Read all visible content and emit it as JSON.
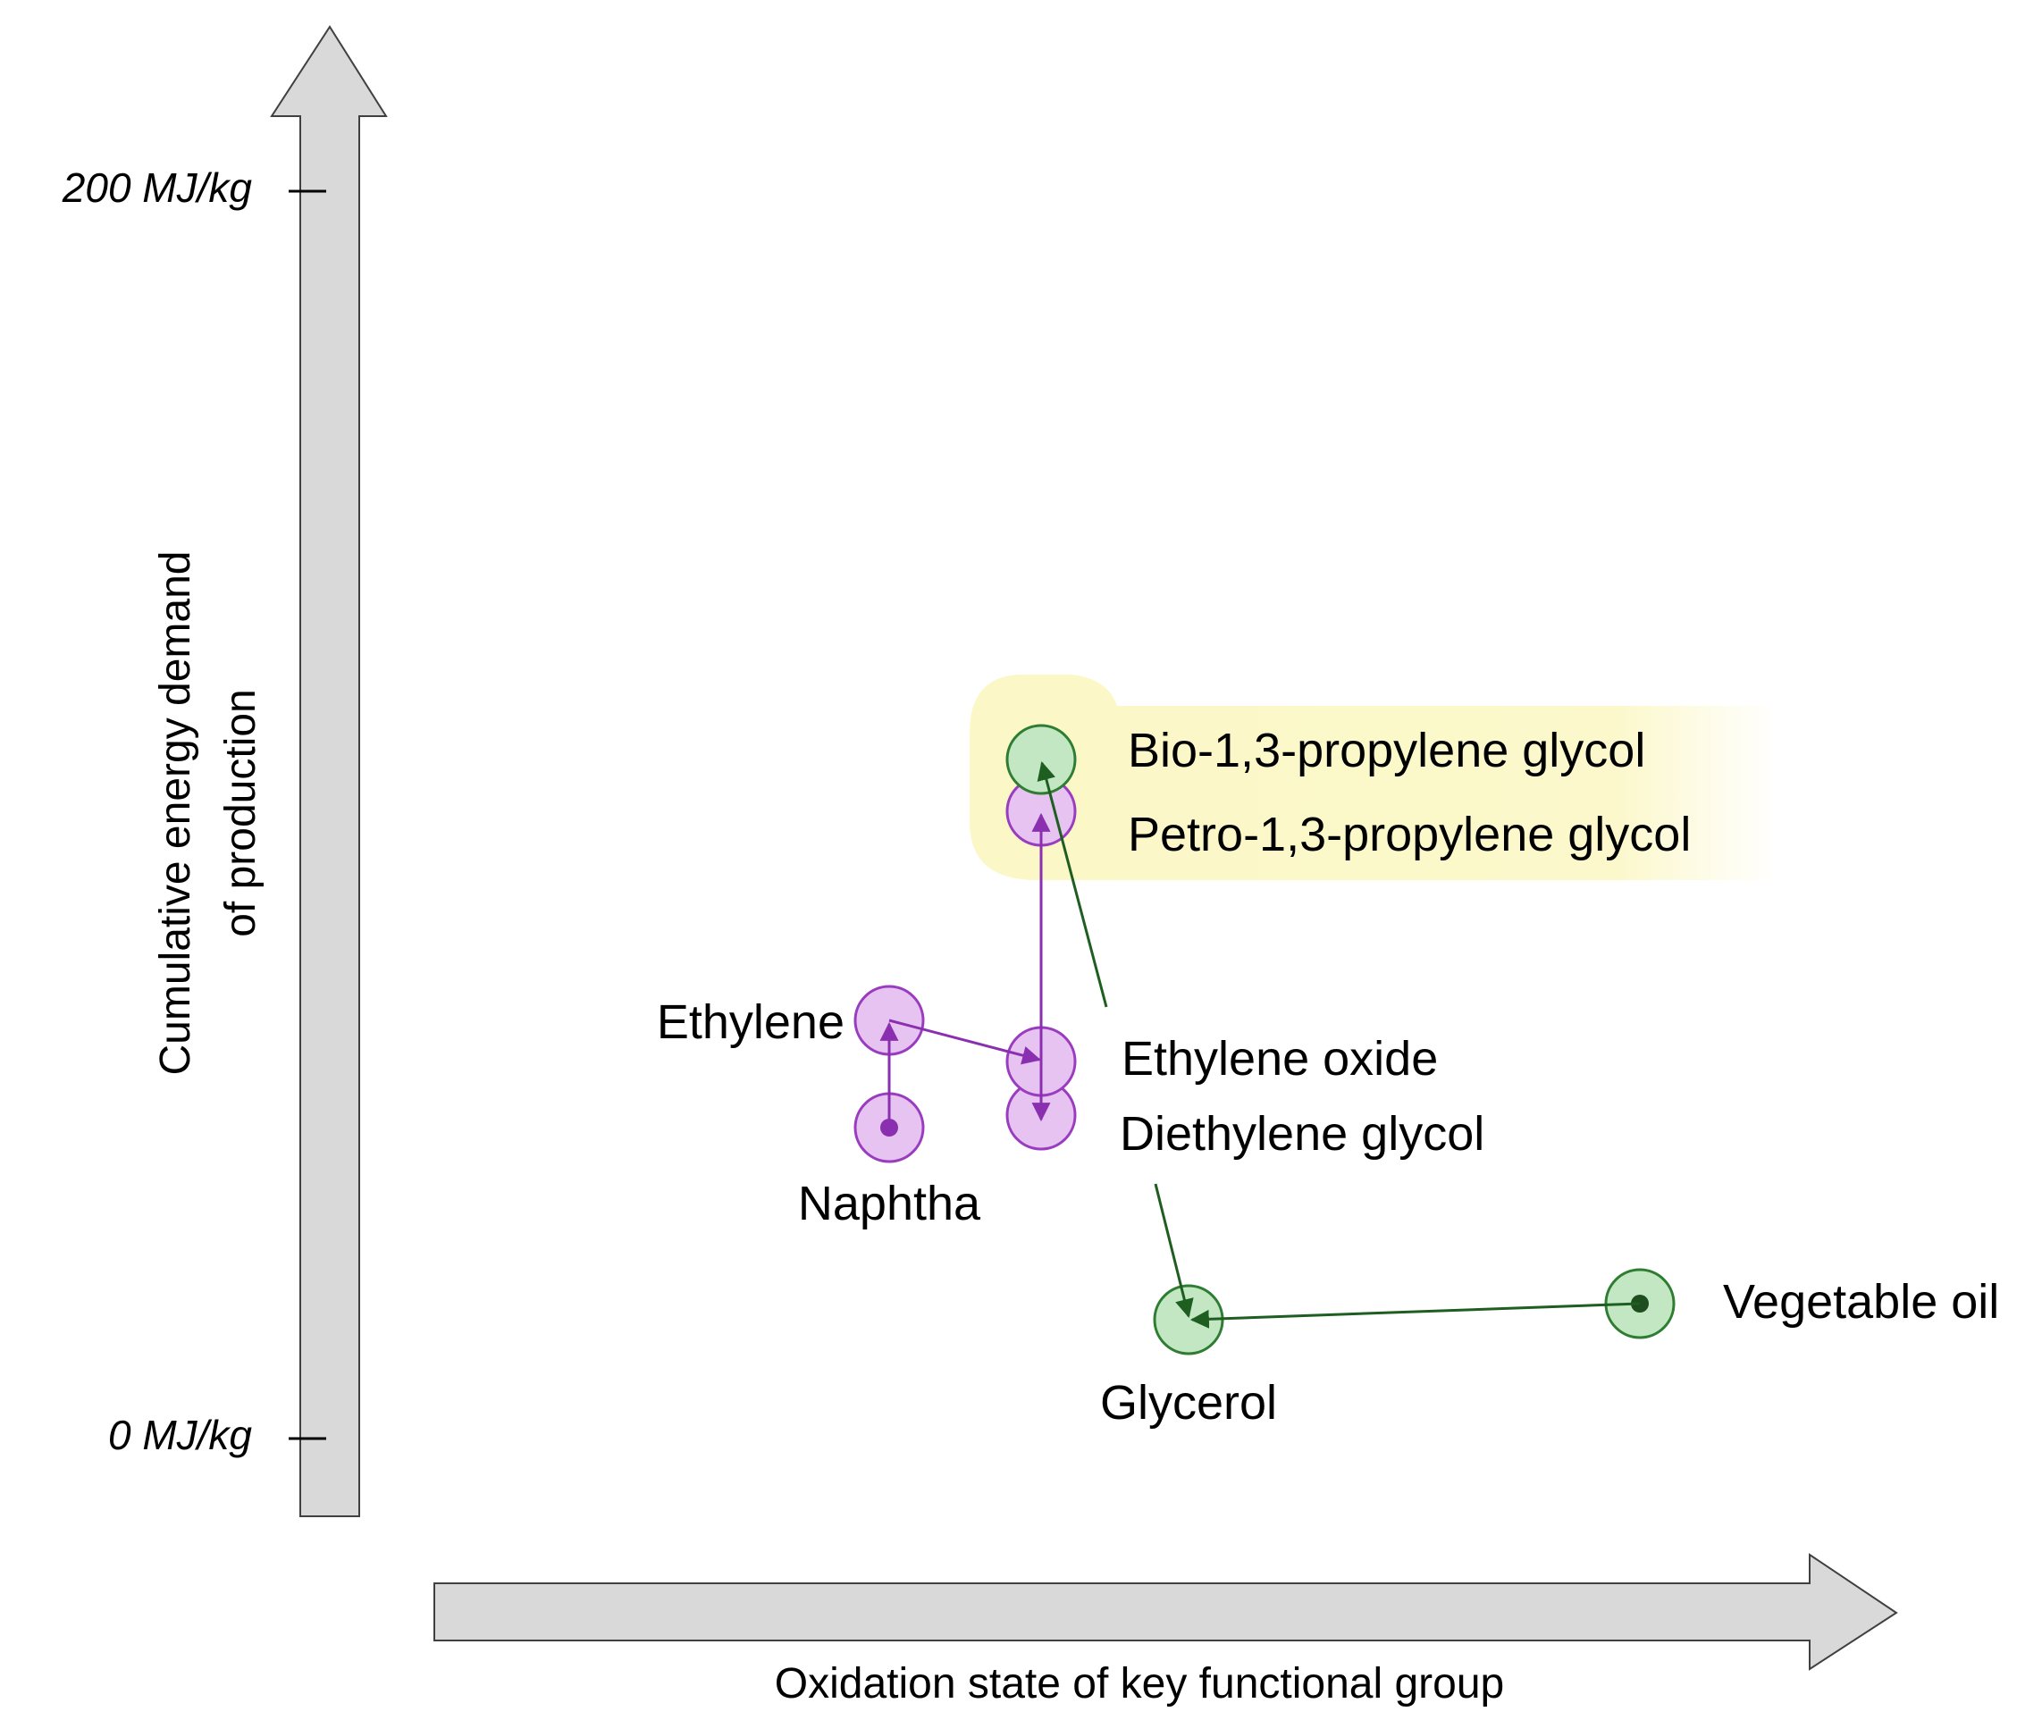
{
  "axes": {
    "y_label_line1": "Cumulative energy demand",
    "y_label_line2": "of production",
    "x_label": "Oxidation state of key functional group",
    "y_tick_top": "200 MJ/kg",
    "y_tick_bottom": "0 MJ/kg"
  },
  "nodes": {
    "naphtha": "Naphtha",
    "ethylene": "Ethylene",
    "ethylene_oxide": "Ethylene oxide",
    "diethylene_glycol": "Diethylene glycol",
    "bio_pg": "Bio-1,3-propylene glycol",
    "petro_pg": "Petro-1,3-propylene glycol",
    "glycerol": "Glycerol",
    "vegetable_oil": "Vegetable oil"
  },
  "colors": {
    "petro_fill": "#e6c3f0",
    "petro_stroke": "#9a3cc0",
    "bio_fill": "#c3e6c3",
    "bio_stroke": "#2e7d32",
    "bio_arrow": "#1e5e20",
    "highlight": "#fbf7c6",
    "axis_fill": "#d9d9d9",
    "axis_stroke": "#404040"
  }
}
